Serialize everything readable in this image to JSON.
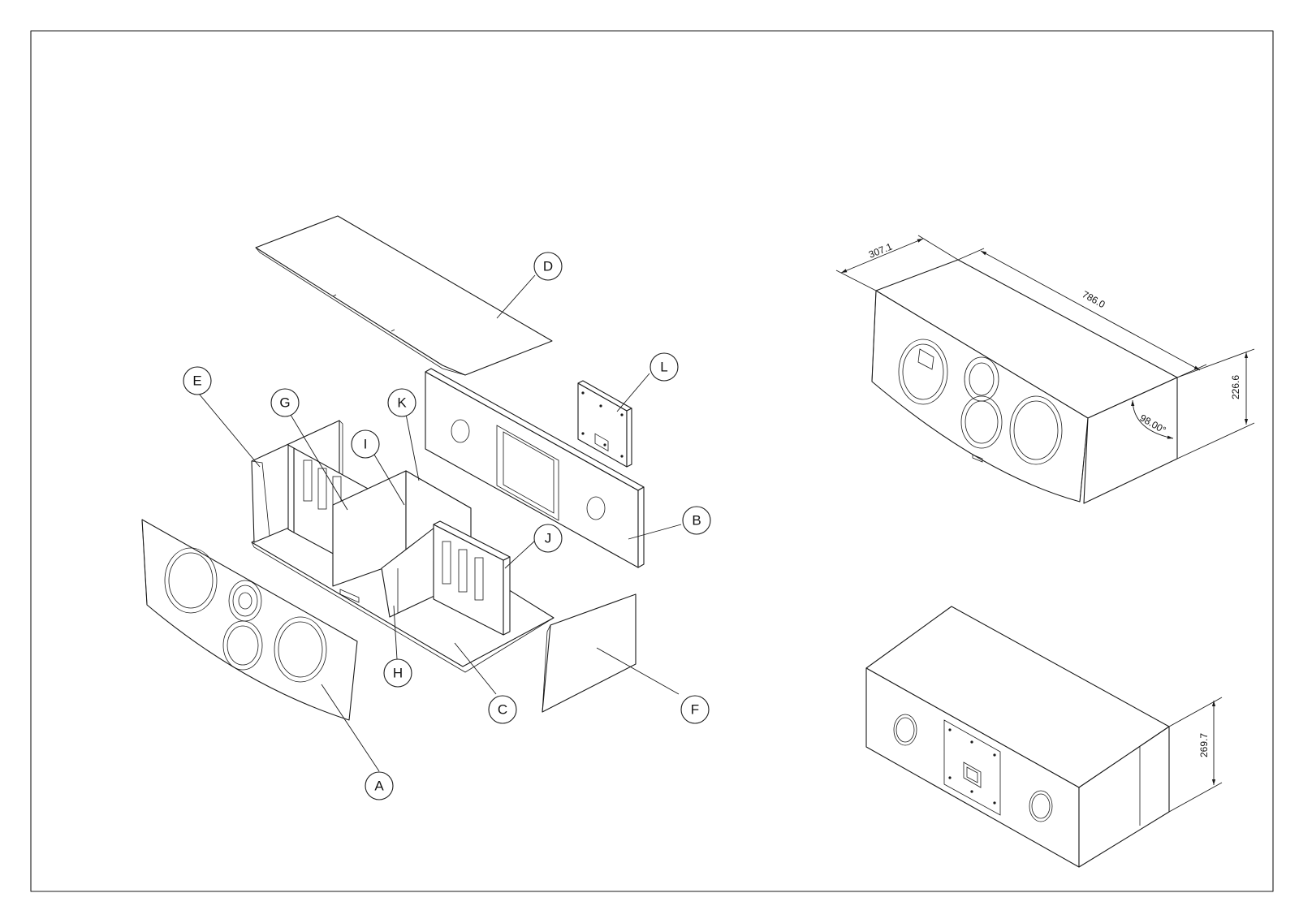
{
  "callouts": {
    "A": "A",
    "B": "B",
    "C": "C",
    "D": "D",
    "E": "E",
    "F": "F",
    "G": "G",
    "H": "H",
    "I": "I",
    "J": "J",
    "K": "K",
    "L": "L"
  },
  "dimensions": {
    "depth": "307.1",
    "length": "786.0",
    "front_height": "226.6",
    "angle": "98.00°",
    "rear_height": "269.7"
  },
  "colors": {
    "line": "#1a1a1a",
    "paper": "#ffffff"
  }
}
